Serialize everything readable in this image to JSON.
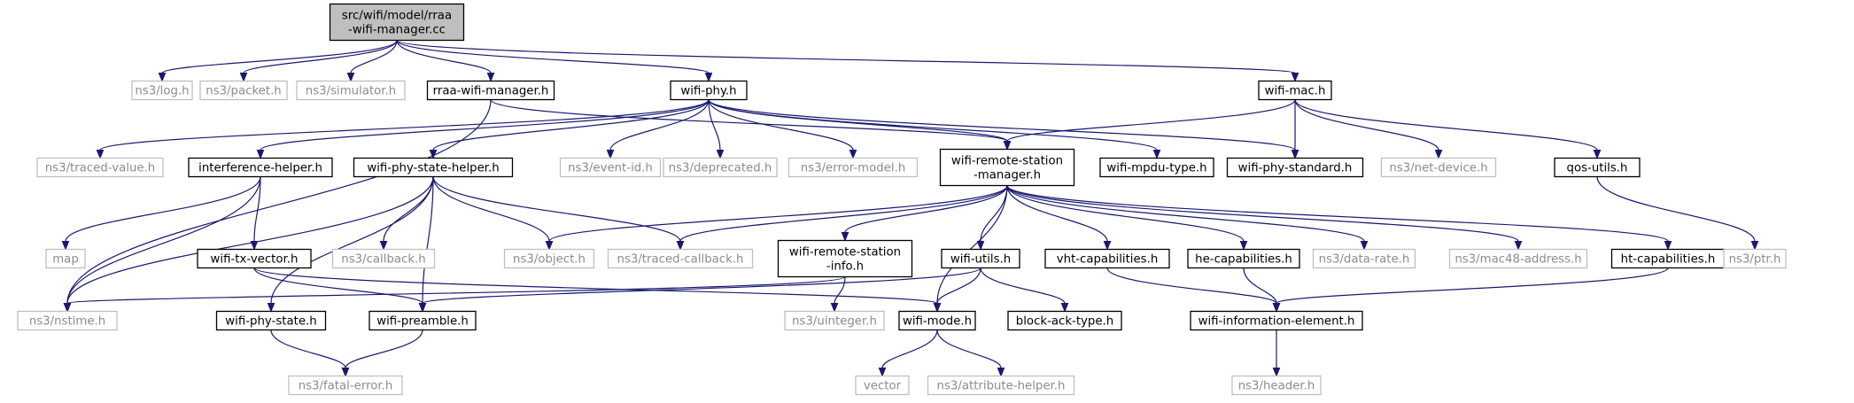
{
  "diagram": {
    "type": "include-dependency-graph",
    "colors": {
      "edge": "#191970",
      "root_fill": "#bfbfbf",
      "external_border": "#bfbfbf",
      "external_text": "#8c8c8c",
      "local_border": "#000000"
    },
    "nodes": [
      {
        "id": "root",
        "lines": [
          "src/wifi/model/rraa",
          "-wifi-manager.cc"
        ],
        "kind": "root"
      },
      {
        "id": "log",
        "lines": [
          "ns3/log.h"
        ],
        "kind": "external"
      },
      {
        "id": "packet",
        "lines": [
          "ns3/packet.h"
        ],
        "kind": "external"
      },
      {
        "id": "simulator",
        "lines": [
          "ns3/simulator.h"
        ],
        "kind": "external"
      },
      {
        "id": "rraa",
        "lines": [
          "rraa-wifi-manager.h"
        ],
        "kind": "local"
      },
      {
        "id": "wifiphy",
        "lines": [
          "wifi-phy.h"
        ],
        "kind": "local"
      },
      {
        "id": "wifimac",
        "lines": [
          "wifi-mac.h"
        ],
        "kind": "local"
      },
      {
        "id": "tracedvalue",
        "lines": [
          "ns3/traced-value.h"
        ],
        "kind": "external"
      },
      {
        "id": "interference",
        "lines": [
          "interference-helper.h"
        ],
        "kind": "local"
      },
      {
        "id": "statehelper",
        "lines": [
          "wifi-phy-state-helper.h"
        ],
        "kind": "local"
      },
      {
        "id": "eventid",
        "lines": [
          "ns3/event-id.h"
        ],
        "kind": "external"
      },
      {
        "id": "deprecated",
        "lines": [
          "ns3/deprecated.h"
        ],
        "kind": "external"
      },
      {
        "id": "errormodel",
        "lines": [
          "ns3/error-model.h"
        ],
        "kind": "external"
      },
      {
        "id": "wrsm",
        "lines": [
          "wifi-remote-station",
          "-manager.h"
        ],
        "kind": "local"
      },
      {
        "id": "mpdutype",
        "lines": [
          "wifi-mpdu-type.h"
        ],
        "kind": "local"
      },
      {
        "id": "phystandard",
        "lines": [
          "wifi-phy-standard.h"
        ],
        "kind": "local"
      },
      {
        "id": "netdevice",
        "lines": [
          "ns3/net-device.h"
        ],
        "kind": "external"
      },
      {
        "id": "qosutils",
        "lines": [
          "qos-utils.h"
        ],
        "kind": "local"
      },
      {
        "id": "map",
        "lines": [
          "map"
        ],
        "kind": "external"
      },
      {
        "id": "txvector",
        "lines": [
          "wifi-tx-vector.h"
        ],
        "kind": "local"
      },
      {
        "id": "callback",
        "lines": [
          "ns3/callback.h"
        ],
        "kind": "external"
      },
      {
        "id": "object",
        "lines": [
          "ns3/object.h"
        ],
        "kind": "external"
      },
      {
        "id": "tracedcallback",
        "lines": [
          "ns3/traced-callback.h"
        ],
        "kind": "external"
      },
      {
        "id": "wrsinfo",
        "lines": [
          "wifi-remote-station",
          "-info.h"
        ],
        "kind": "local"
      },
      {
        "id": "wifiutils",
        "lines": [
          "wifi-utils.h"
        ],
        "kind": "local"
      },
      {
        "id": "vhtcap",
        "lines": [
          "vht-capabilities.h"
        ],
        "kind": "local"
      },
      {
        "id": "hecap",
        "lines": [
          "he-capabilities.h"
        ],
        "kind": "local"
      },
      {
        "id": "datarate",
        "lines": [
          "ns3/data-rate.h"
        ],
        "kind": "external"
      },
      {
        "id": "mac48",
        "lines": [
          "ns3/mac48-address.h"
        ],
        "kind": "external"
      },
      {
        "id": "htcap",
        "lines": [
          "ht-capabilities.h"
        ],
        "kind": "local"
      },
      {
        "id": "ptr",
        "lines": [
          "ns3/ptr.h"
        ],
        "kind": "external"
      },
      {
        "id": "nstime",
        "lines": [
          "ns3/nstime.h"
        ],
        "kind": "external"
      },
      {
        "id": "physstate",
        "lines": [
          "wifi-phy-state.h"
        ],
        "kind": "local"
      },
      {
        "id": "preamble",
        "lines": [
          "wifi-preamble.h"
        ],
        "kind": "local"
      },
      {
        "id": "uinteger",
        "lines": [
          "ns3/uinteger.h"
        ],
        "kind": "external"
      },
      {
        "id": "wifimode",
        "lines": [
          "wifi-mode.h"
        ],
        "kind": "local"
      },
      {
        "id": "blockack",
        "lines": [
          "block-ack-type.h"
        ],
        "kind": "local"
      },
      {
        "id": "infoelem",
        "lines": [
          "wifi-information-element.h"
        ],
        "kind": "local"
      },
      {
        "id": "fatalerror",
        "lines": [
          "ns3/fatal-error.h"
        ],
        "kind": "external"
      },
      {
        "id": "vector",
        "lines": [
          "vector"
        ],
        "kind": "external"
      },
      {
        "id": "attrhelper",
        "lines": [
          "ns3/attribute-helper.h"
        ],
        "kind": "external"
      },
      {
        "id": "header",
        "lines": [
          "ns3/header.h"
        ],
        "kind": "external"
      }
    ],
    "edges": [
      [
        "root",
        "log"
      ],
      [
        "root",
        "packet"
      ],
      [
        "root",
        "simulator"
      ],
      [
        "root",
        "rraa"
      ],
      [
        "root",
        "wifiphy"
      ],
      [
        "root",
        "wifimac"
      ],
      [
        "rraa",
        "wrsm"
      ],
      [
        "rraa",
        "nstime"
      ],
      [
        "wifiphy",
        "tracedvalue"
      ],
      [
        "wifiphy",
        "interference"
      ],
      [
        "wifiphy",
        "statehelper"
      ],
      [
        "wifiphy",
        "eventid"
      ],
      [
        "wifiphy",
        "deprecated"
      ],
      [
        "wifiphy",
        "errormodel"
      ],
      [
        "wifiphy",
        "mpdutype"
      ],
      [
        "wifiphy",
        "phystandard"
      ],
      [
        "wifiphy",
        "wrsm"
      ],
      [
        "wifimac",
        "wrsm"
      ],
      [
        "wifimac",
        "phystandard"
      ],
      [
        "wifimac",
        "netdevice"
      ],
      [
        "wifimac",
        "qosutils"
      ],
      [
        "interference",
        "map"
      ],
      [
        "interference",
        "txvector"
      ],
      [
        "interference",
        "nstime"
      ],
      [
        "statehelper",
        "callback"
      ],
      [
        "statehelper",
        "object"
      ],
      [
        "statehelper",
        "tracedcallback"
      ],
      [
        "statehelper",
        "nstime"
      ],
      [
        "statehelper",
        "physstate"
      ],
      [
        "statehelper",
        "preamble"
      ],
      [
        "txvector",
        "preamble"
      ],
      [
        "txvector",
        "wifimode"
      ],
      [
        "wrsm",
        "object"
      ],
      [
        "wrsm",
        "tracedcallback"
      ],
      [
        "wrsm",
        "wrsinfo"
      ],
      [
        "wrsm",
        "wifiutils"
      ],
      [
        "wrsm",
        "vhtcap"
      ],
      [
        "wrsm",
        "hecap"
      ],
      [
        "wrsm",
        "datarate"
      ],
      [
        "wrsm",
        "mac48"
      ],
      [
        "wrsm",
        "htcap"
      ],
      [
        "wrsm",
        "wifimode"
      ],
      [
        "wrsinfo",
        "nstime"
      ],
      [
        "wrsinfo",
        "uinteger"
      ],
      [
        "wifiutils",
        "preamble"
      ],
      [
        "wifiutils",
        "wifimode"
      ],
      [
        "wifiutils",
        "blockack"
      ],
      [
        "vhtcap",
        "infoelem"
      ],
      [
        "hecap",
        "infoelem"
      ],
      [
        "htcap",
        "infoelem"
      ],
      [
        "qosutils",
        "ptr"
      ],
      [
        "physstate",
        "fatalerror"
      ],
      [
        "preamble",
        "fatalerror"
      ],
      [
        "wifimode",
        "vector"
      ],
      [
        "wifimode",
        "attrhelper"
      ],
      [
        "infoelem",
        "header"
      ]
    ]
  }
}
